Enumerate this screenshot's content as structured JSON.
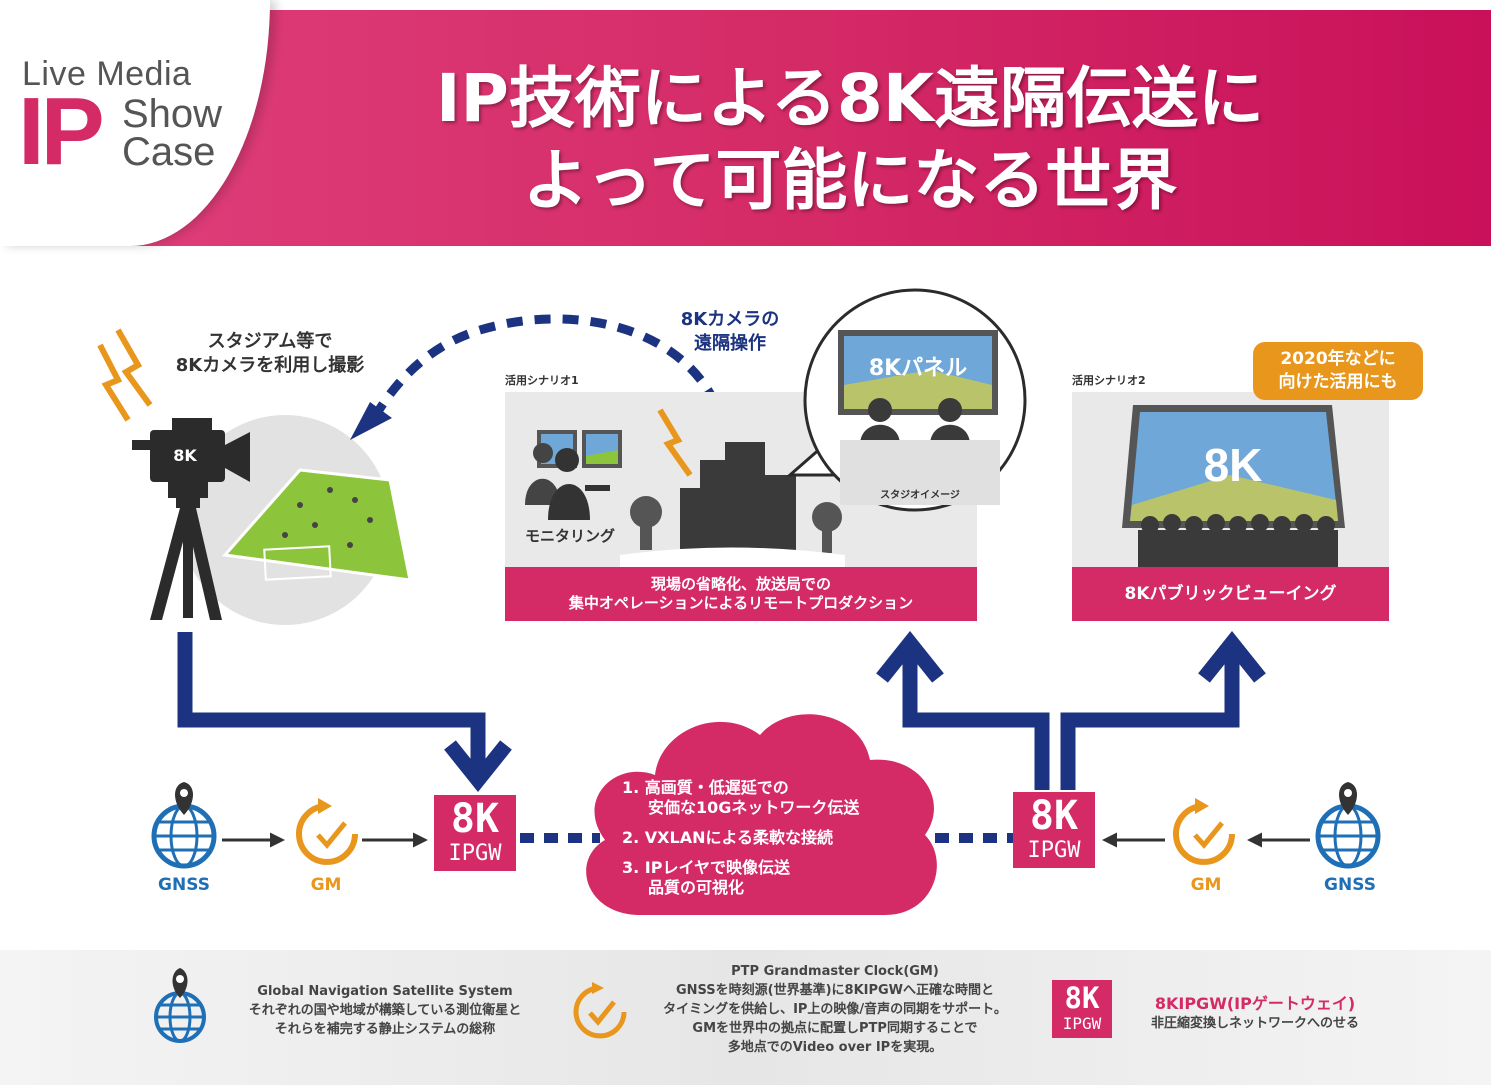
{
  "logo": {
    "line1": "Live Media",
    "ip": "IP",
    "line2": "Show",
    "line3": "Case"
  },
  "title": {
    "line1": "IP技術による8K遠隔伝送に",
    "line2": "よって可能になる世界"
  },
  "camera": {
    "caption_line1": "スタジアム等で",
    "caption_line2": "8Kカメラを利用し撮影",
    "badge": "8K"
  },
  "remote": {
    "line1": "8Kカメラの",
    "line2": "遠隔操作"
  },
  "scenario1": {
    "tag": "活用シナリオ1",
    "monitoring": "モニタリング",
    "panel_label": "8Kパネル",
    "studio_label": "スタジオイメージ",
    "bar_line1": "現場の省略化、放送局での",
    "bar_line2": "集中オペレーションによるリモートプロダクション"
  },
  "scenario2": {
    "tag": "活用シナリオ2",
    "badge_line1": "2020年などに",
    "badge_line2": "向けた活用にも",
    "screen": "8K",
    "bar": "8Kパブリックビューイング"
  },
  "network": {
    "gnss": "GNSS",
    "gm": "GM",
    "ipgw_big": "8K",
    "ipgw_small": "IPGW",
    "cloud": {
      "item1_a": "1. 高画質・低遅延での",
      "item1_b": "安価な10Gネットワーク伝送",
      "item2": "2. VXLANによる柔軟な接続",
      "item3_a": "3. IPレイヤで映像伝送",
      "item3_b": "品質の可視化"
    }
  },
  "legend": {
    "gnss_line1": "Global Navigation Satellite System",
    "gnss_line2": "それぞれの国や地域が構築している測位衛星と",
    "gnss_line3": "それらを補完する静止システムの総称",
    "gm_line1": "PTP Grandmaster Clock(GM)",
    "gm_line2": "GNSSを時刻源(世界基準)に8KIPGWへ正確な時間と",
    "gm_line3": "タイミングを供給し、IP上の映像/音声の同期をサポート。",
    "gm_line4": "GMを世界中の拠点に配置しPTP同期することで",
    "gm_line5": "多地点でのVideo over IPを実現。",
    "ipgw_title": "8KIPGW(IPゲートウェイ)",
    "ipgw_desc": "非圧縮変換しネットワークへのせる"
  },
  "colors": {
    "brand": "#d42a66",
    "navy": "#1b3380",
    "orange": "#e8961c",
    "blue": "#1f6fb6",
    "field": "#8cc43c"
  }
}
